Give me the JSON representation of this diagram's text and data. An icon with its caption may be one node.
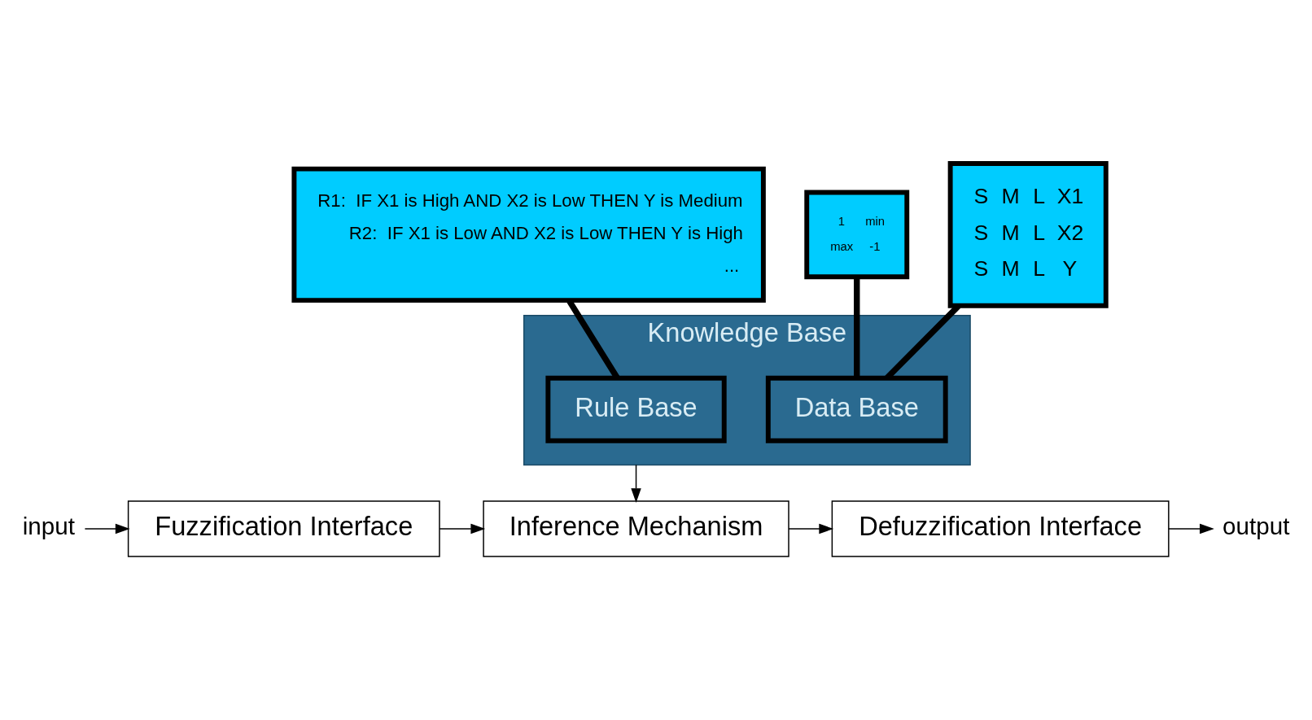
{
  "diagram": {
    "nodes": [
      {
        "text": [
          "R1:  IF X1 is High AND X2 is Low THEN Y is Medium",
          "R2:  IF X1 is Low AND X2 is Low THEN Y is High",
          "..."
        ]
      },
      {
        "text": [
          "1",
          "min",
          "max",
          "-1"
        ]
      },
      {
        "text": [
          "S",
          "M",
          "L",
          "X1",
          "S",
          "M",
          "L",
          "X2",
          "S",
          "M",
          "L",
          "Y"
        ]
      },
      {
        "text": [
          "Knowledge Base"
        ]
      },
      {
        "text": [
          "Rule Base"
        ],
        "in": 3
      },
      {
        "text": [
          "Data Base"
        ],
        "in": 3
      },
      {
        "text": [
          "input"
        ]
      },
      {
        "text": [
          "Fuzzification Interface"
        ]
      },
      {
        "text": [
          "Inference Mechanism"
        ]
      },
      {
        "text": [
          "Defuzzification Interface"
        ]
      },
      {
        "text": [
          "output"
        ]
      }
    ],
    "edges": [
      {
        "from": 0,
        "to": 4,
        "arrow": "none",
        "style": "thick"
      },
      {
        "from": 1,
        "to": 5,
        "arrow": "none",
        "style": "thick"
      },
      {
        "from": 2,
        "to": 5,
        "arrow": "none",
        "style": "thick"
      },
      {
        "from": 3,
        "to": 8,
        "arrow": "to"
      },
      {
        "from": 6,
        "to": 7,
        "arrow": "to"
      },
      {
        "from": 7,
        "to": 8,
        "arrow": "to"
      },
      {
        "from": 8,
        "to": 9,
        "arrow": "to"
      },
      {
        "from": 9,
        "to": 10,
        "arrow": "to"
      }
    ]
  }
}
